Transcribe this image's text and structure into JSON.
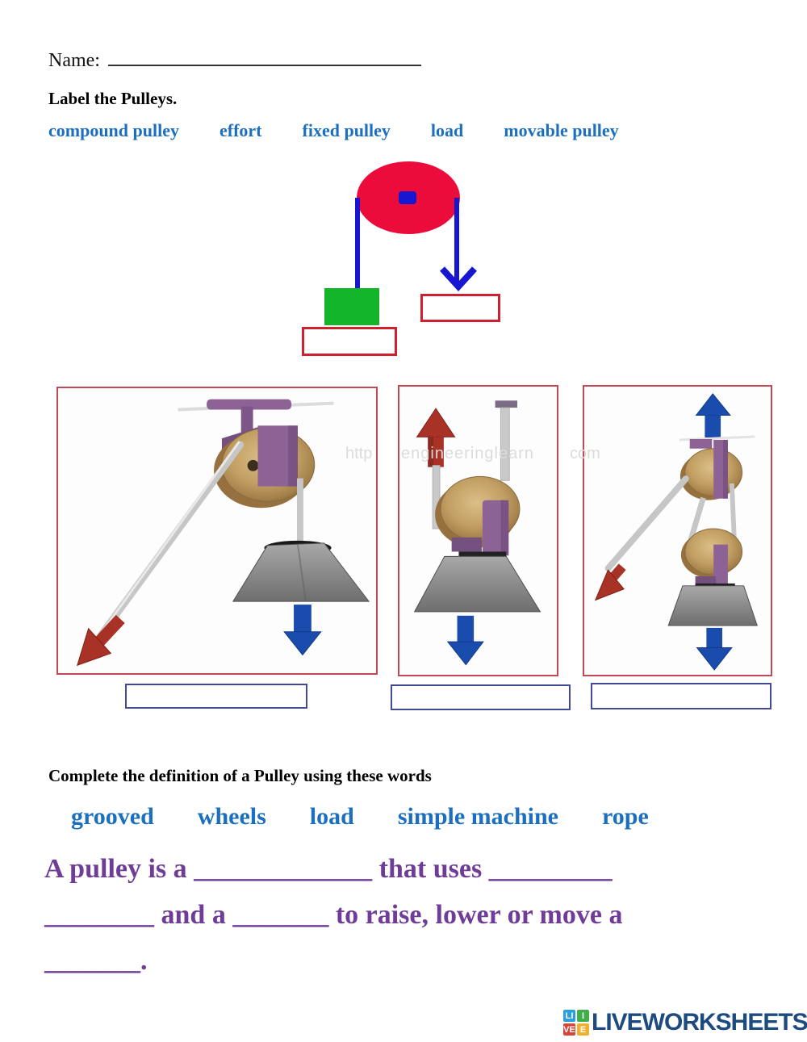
{
  "header": {
    "name_label": "Name:",
    "section1_title": "Label the Pulleys.",
    "section2_title": "Complete the definition of a Pulley using these words"
  },
  "word_bank_1": {
    "color": "#1b6fbe",
    "words": [
      "compound pulley",
      "effort",
      "fixed pulley",
      "load",
      "movable pulley"
    ]
  },
  "diagram": {
    "description": "simple pulley schematic",
    "pulley_wheel_color": "#ec0c3c",
    "rope_color": "#1717cf",
    "load_color": "#13b629",
    "answer_box_border_color": "#cf2030",
    "answer_boxes": [
      {
        "value": ""
      },
      {
        "value": ""
      }
    ]
  },
  "panels": {
    "border_color": "#c14a52",
    "images": [
      {
        "alt": "single fixed pulley with red effort arrow and stone load"
      },
      {
        "alt": "movable pulley with red effort arrow up and stone load"
      },
      {
        "alt": "compound pulley with two wheels, effort arrow and stone load"
      }
    ],
    "answer_box_border_color": "#404a96",
    "answer_boxes": [
      {
        "value": ""
      },
      {
        "value": ""
      },
      {
        "value": ""
      }
    ]
  },
  "watermark": {
    "parts": [
      "http",
      "engineeringlearn",
      "com"
    ]
  },
  "word_bank_2": {
    "color": "#1b6fbe",
    "words": [
      "grooved",
      "wheels",
      "load",
      "simple machine",
      "rope"
    ]
  },
  "definition": {
    "color": "#6f3d97",
    "lines": [
      "A pulley is a _____________ that uses _________",
      "________ and a _______ to raise, lower or move a",
      "_______."
    ]
  },
  "logo": {
    "text": "LIVEWORKSHEETS",
    "text_color": "#1d4b80",
    "tiles": [
      {
        "letter": "LI",
        "color": "#2b9fd9"
      },
      {
        "letter": "I",
        "color": "#42ae49"
      },
      {
        "letter": "VE",
        "color": "#d6453c"
      },
      {
        "letter": "E",
        "color": "#f0b02f"
      }
    ]
  }
}
